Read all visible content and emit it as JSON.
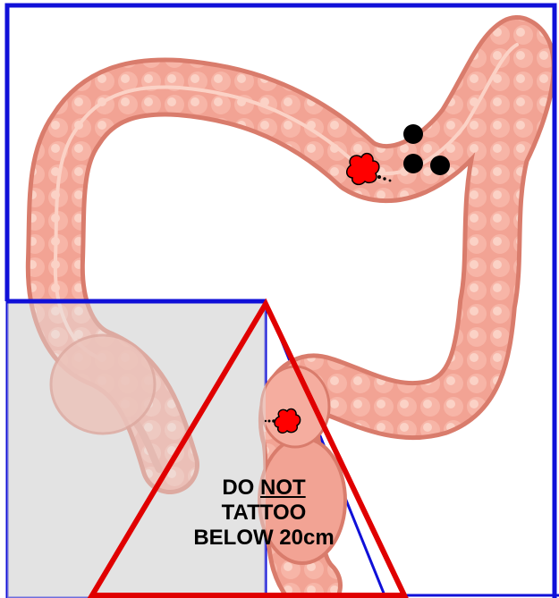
{
  "colors": {
    "upper_frame": "#1010d8",
    "lower_zone_fill": "#e3e3e3",
    "triangle": "#e00000",
    "colon_base": "#f2a394",
    "colon_shade": "#d97c6c",
    "colon_highlight": "#fbd2c6",
    "lesion": "#ff0000",
    "tattoo_dot": "#000000"
  },
  "warning": {
    "line1_prefix": "DO",
    "line1_emph": "NOT",
    "line2": "TATTOO",
    "line3": "BELOW 20cm"
  },
  "markers": {
    "tattoo_dot_count": 3,
    "lesion_count": 2
  }
}
